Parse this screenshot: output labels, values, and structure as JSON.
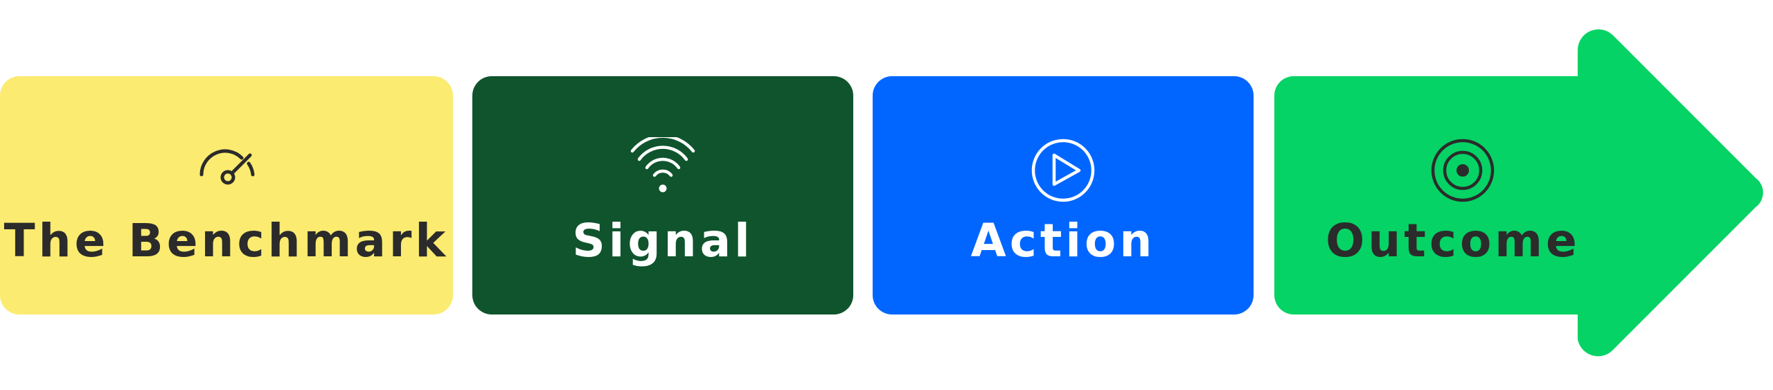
{
  "colors": {
    "benchmark": "#fbeb70",
    "signal": "#0f542d",
    "action": "#0066ff",
    "outcome": "#05d365",
    "dark_text": "#2b2b2b",
    "light_text": "#ffffff"
  },
  "steps": [
    {
      "label": "The Benchmark",
      "icon": "gauge-icon"
    },
    {
      "label": "Signal",
      "icon": "wifi-signal-icon"
    },
    {
      "label": "Action",
      "icon": "play-circle-icon"
    },
    {
      "label": "Outcome",
      "icon": "target-icon"
    }
  ]
}
